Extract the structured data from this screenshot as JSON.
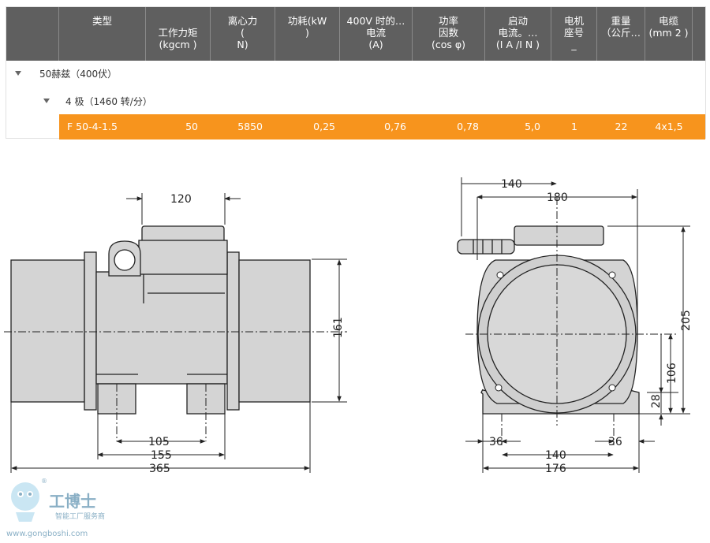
{
  "table": {
    "headers": [
      "类型",
      "\n工作力矩\n(kgcm )",
      "离心力\n(\nN)",
      "功耗(kW\n)",
      "400V 时的…\n电流\n(A)",
      "功率\n因数\n(cos φ)",
      "启动\n电流。…\n(I A /I N )",
      "电机\n座号\n_",
      "重量\n（公斤…",
      "电缆\n(mm 2 )"
    ],
    "group_freq": "50赫兹（400伏）",
    "group_pole": "4 极（1460 转/分）",
    "row": [
      "F 50-4-1.5",
      "50",
      "5850",
      "0,25",
      "0,76",
      "0,78",
      "5,0",
      "1",
      "22",
      "4x1,5"
    ]
  },
  "drawing_side": {
    "dims": {
      "top_width": "120",
      "height": "161",
      "bolt_spacing": "105",
      "foot_span": "155",
      "overall_length": "365"
    }
  },
  "drawing_front": {
    "dims": {
      "left_to_axis": "140",
      "cable_to_right": "180",
      "height": "205",
      "axis_height": "106",
      "foot_height": "28",
      "left_foot": "36",
      "right_foot": "36",
      "bolt_spacing": "140",
      "base_width": "176"
    }
  },
  "logo": {
    "name": "工博士",
    "tagline": "智能工厂服务商",
    "url": "www.gongboshi.com",
    "mark": "®"
  },
  "colors": {
    "header": "#5f5f5f",
    "row_highlight": "#f7941d",
    "body_fill": "#d4d4d4",
    "line": "#222222"
  }
}
